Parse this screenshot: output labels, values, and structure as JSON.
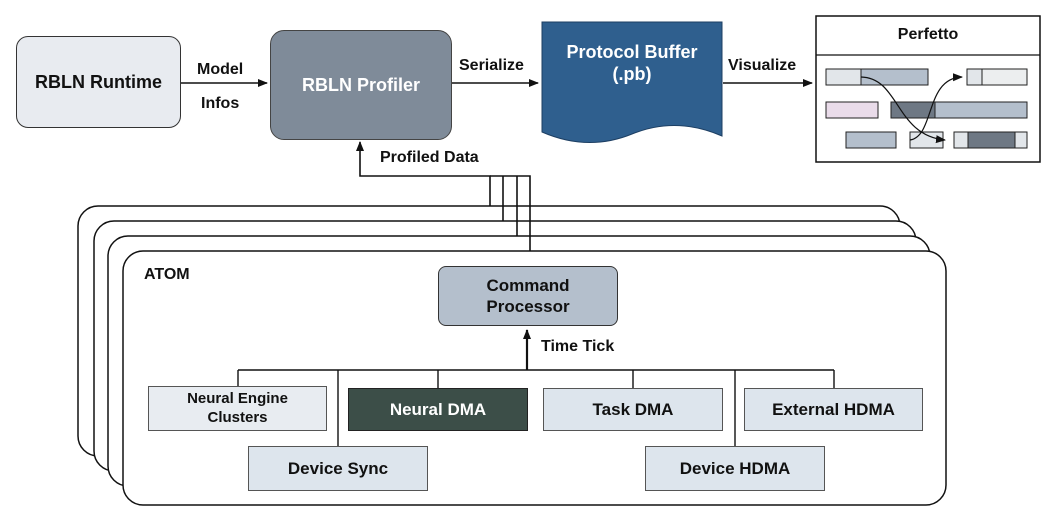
{
  "top_row": {
    "runtime": "RBLN Runtime",
    "model_infos_line1": "Model",
    "model_infos_line2": "Infos",
    "profiler": "RBLN Profiler",
    "serialize": "Serialize",
    "protobuf_line1": "Protocol Buffer",
    "protobuf_line2": "(.pb)",
    "visualize": "Visualize",
    "perfetto": "Perfetto"
  },
  "profiled_data": "Profiled Data",
  "atom": {
    "title": "ATOM",
    "command_processor_line1": "Command",
    "command_processor_line2": "Processor",
    "time_tick": "Time Tick",
    "neural_engine_line1": "Neural Engine",
    "neural_engine_line2": "Clusters",
    "neural_dma": "Neural DMA",
    "task_dma": "Task DMA",
    "external_hdma": "External HDMA",
    "device_sync": "Device Sync",
    "device_hdma": "Device HDMA"
  },
  "colors": {
    "runtime_fill": "#e8ebf0",
    "profiler_fill": "#7f8b99",
    "protobuf_fill": "#2f5f8e",
    "command_fill": "#b4bfcc",
    "unit_fill": "#dde5ed",
    "neural_dma_fill": "#3c4e48"
  }
}
